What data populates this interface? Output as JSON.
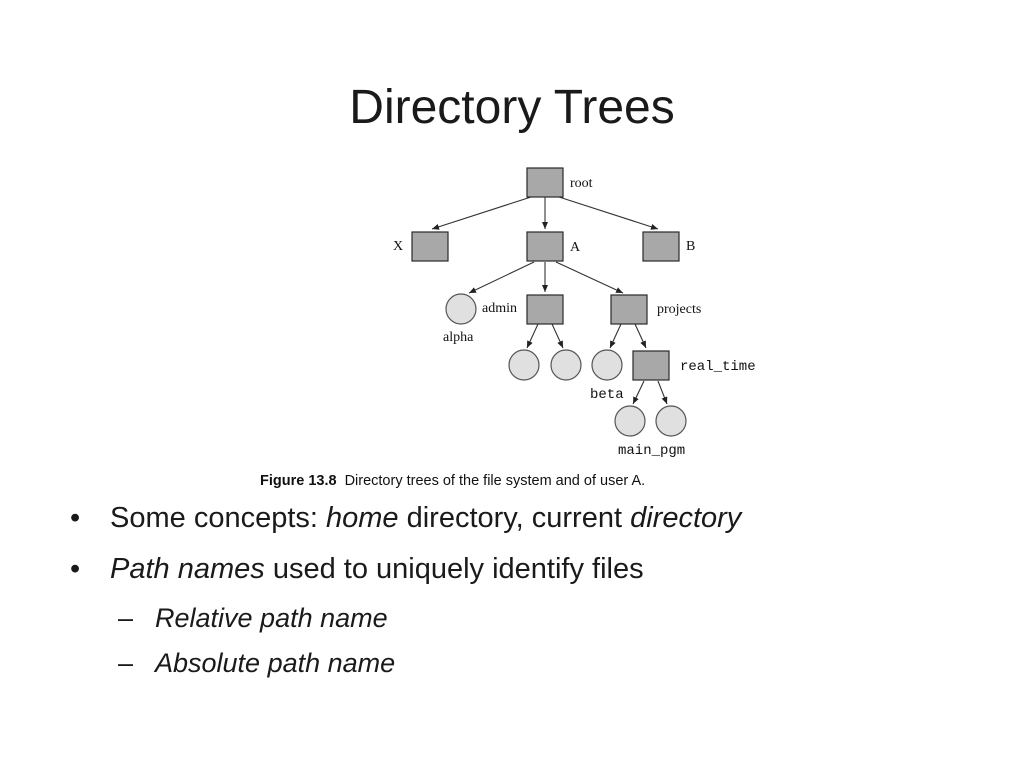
{
  "slide": {
    "title": "Directory Trees"
  },
  "figure": {
    "caption_number": "Figure 13.8",
    "caption_text": "Directory trees of the file system and of user A.",
    "node_labels": {
      "root": "root",
      "x": "X",
      "a": "A",
      "b": "B",
      "admin": "admin",
      "alpha": "alpha",
      "projects": "projects",
      "beta": "beta",
      "real_time": "real_time",
      "main_pgm": "main_pgm"
    },
    "colors": {
      "directory_fill": "#a8a8a8",
      "file_fill": "#e0e0e0"
    }
  },
  "bullets": {
    "b1_prefix": "Some concepts: ",
    "b1_home": "home",
    "b1_middle": " directory, current ",
    "b1_directory": "directory",
    "b2_path_names": "Path names",
    "b2_rest": " used to uniquely identify files",
    "sub1": "Relative path name",
    "sub2": "Absolute path name",
    "bullet_mark": "•",
    "dash_mark": "–"
  }
}
